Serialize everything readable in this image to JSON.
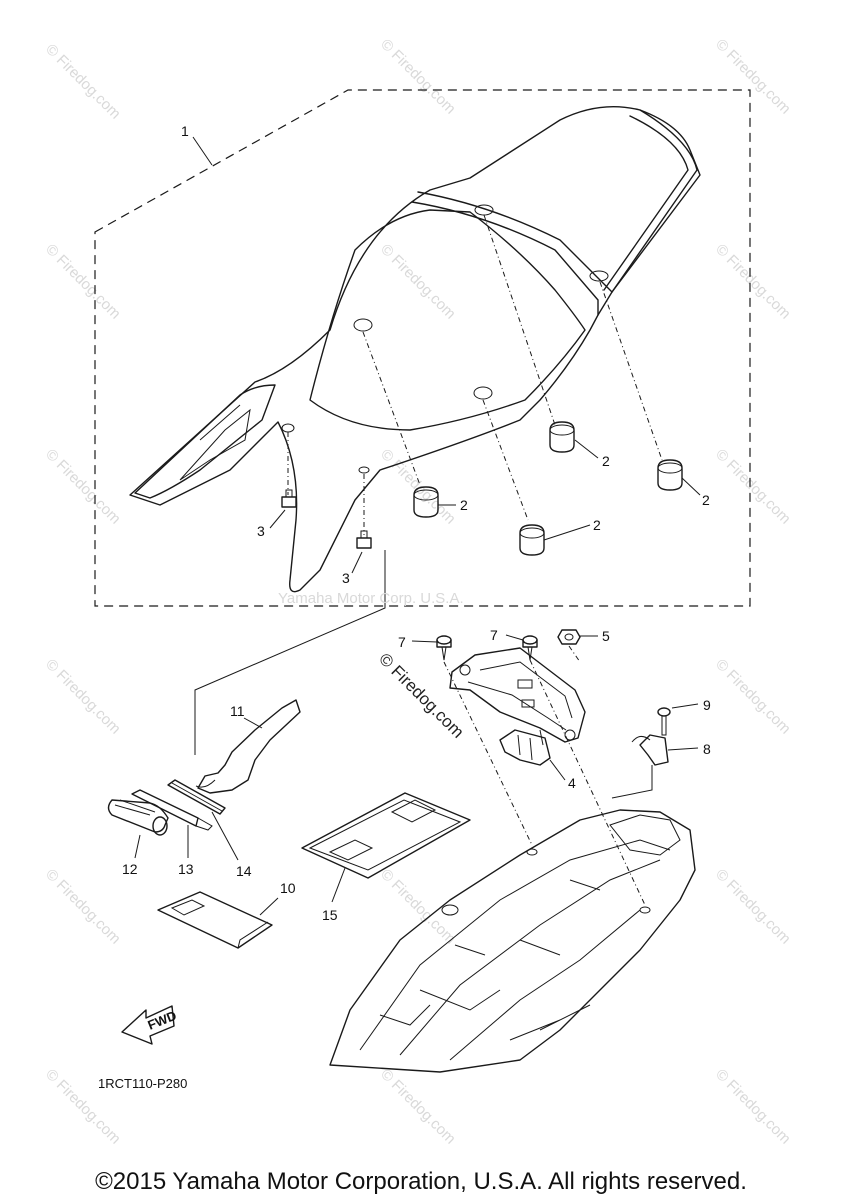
{
  "watermark": {
    "text": "© Firedog.com",
    "brand": "Yamaha Motor Corp. U.S.A."
  },
  "callouts": [
    "1",
    "2",
    "3",
    "4",
    "5",
    "7",
    "8",
    "9",
    "10",
    "11",
    "12",
    "13",
    "14",
    "15"
  ],
  "fwd_label": "FWD",
  "diagram_code": "1RCT110-P280",
  "copyright": "©2015 Yamaha Motor Corporation, U.S.A. All rights reserved.",
  "colors": {
    "line": "#1a1a1a",
    "watermark": "#d9d9d9",
    "background": "#ffffff"
  }
}
